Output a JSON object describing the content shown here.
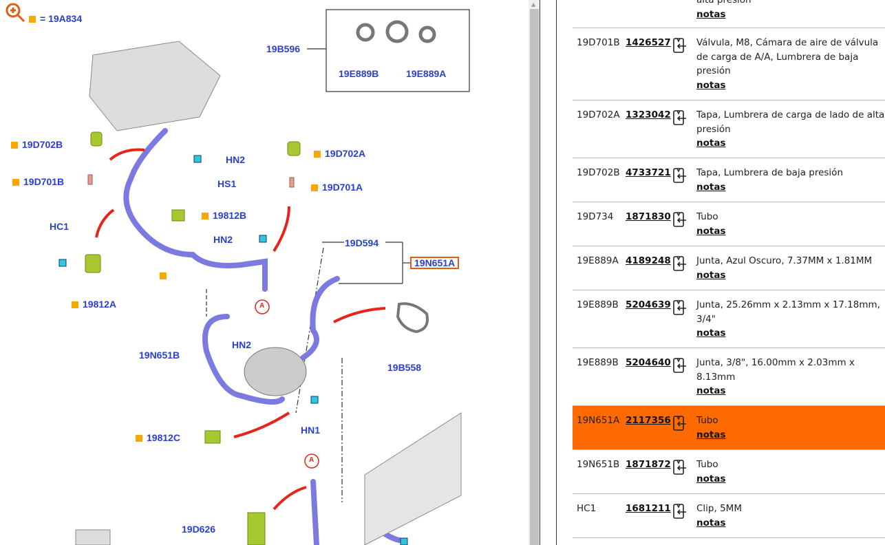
{
  "diagram": {
    "legend_value": "= 19A834",
    "labels": [
      "19B596",
      "19E889B",
      "19E889A",
      "19D702B",
      "19D701B",
      "HN2",
      "HS1",
      "19D702A",
      "19D701A",
      "19812B",
      "HC1",
      "HN2",
      "19D594",
      "19N651A",
      "19812A",
      "HN2",
      "19N651B",
      "19B558",
      "HN1",
      "19812C",
      "19D626",
      "A",
      "A"
    ]
  },
  "parts": {
    "rows": [
      {
        "code": "",
        "pn": "",
        "desc": "alta presión",
        "notes": "notas"
      },
      {
        "code": "19D701B",
        "pn": "1426527",
        "desc": "Válvula, M8, Cámara de aire de válvula de carga de A/A, Lumbrera de baja presión",
        "notes": "notas"
      },
      {
        "code": "19D702A",
        "pn": "1323042",
        "desc": "Tapa, Lumbrera de carga de lado de alta presión",
        "notes": "notas"
      },
      {
        "code": "19D702B",
        "pn": "4733721",
        "desc": "Tapa, Lumbrera de baja presión",
        "notes": "notas"
      },
      {
        "code": "19D734",
        "pn": "1871830",
        "desc": "Tubo",
        "notes": "notas"
      },
      {
        "code": "19E889A",
        "pn": "4189248",
        "desc": "Junta, Azul Oscuro, 7.37MM x 1.81MM",
        "notes": "notas"
      },
      {
        "code": "19E889B",
        "pn": "5204639",
        "desc": "Junta, 25.26mm x 2.13mm x 17.18mm, 3/4\"",
        "notes": "notas"
      },
      {
        "code": "19E889B",
        "pn": "5204640",
        "desc": "Junta, 3/8\", 16.00mm x 2.03mm x 8.13mm",
        "notes": "notas"
      },
      {
        "code": "19N651A",
        "pn": "2117356",
        "desc": "Tubo",
        "notes": "notas",
        "selected": true
      },
      {
        "code": "19N651B",
        "pn": "1871872",
        "desc": "Tubo",
        "notes": "notas"
      },
      {
        "code": "HC1",
        "pn": "1681211",
        "desc": "Clip, 5MM",
        "notes": "notas"
      }
    ]
  },
  "colors": {
    "highlight": "#ff6a00",
    "label": "#2a3fd0",
    "marker": "#f8a800"
  }
}
